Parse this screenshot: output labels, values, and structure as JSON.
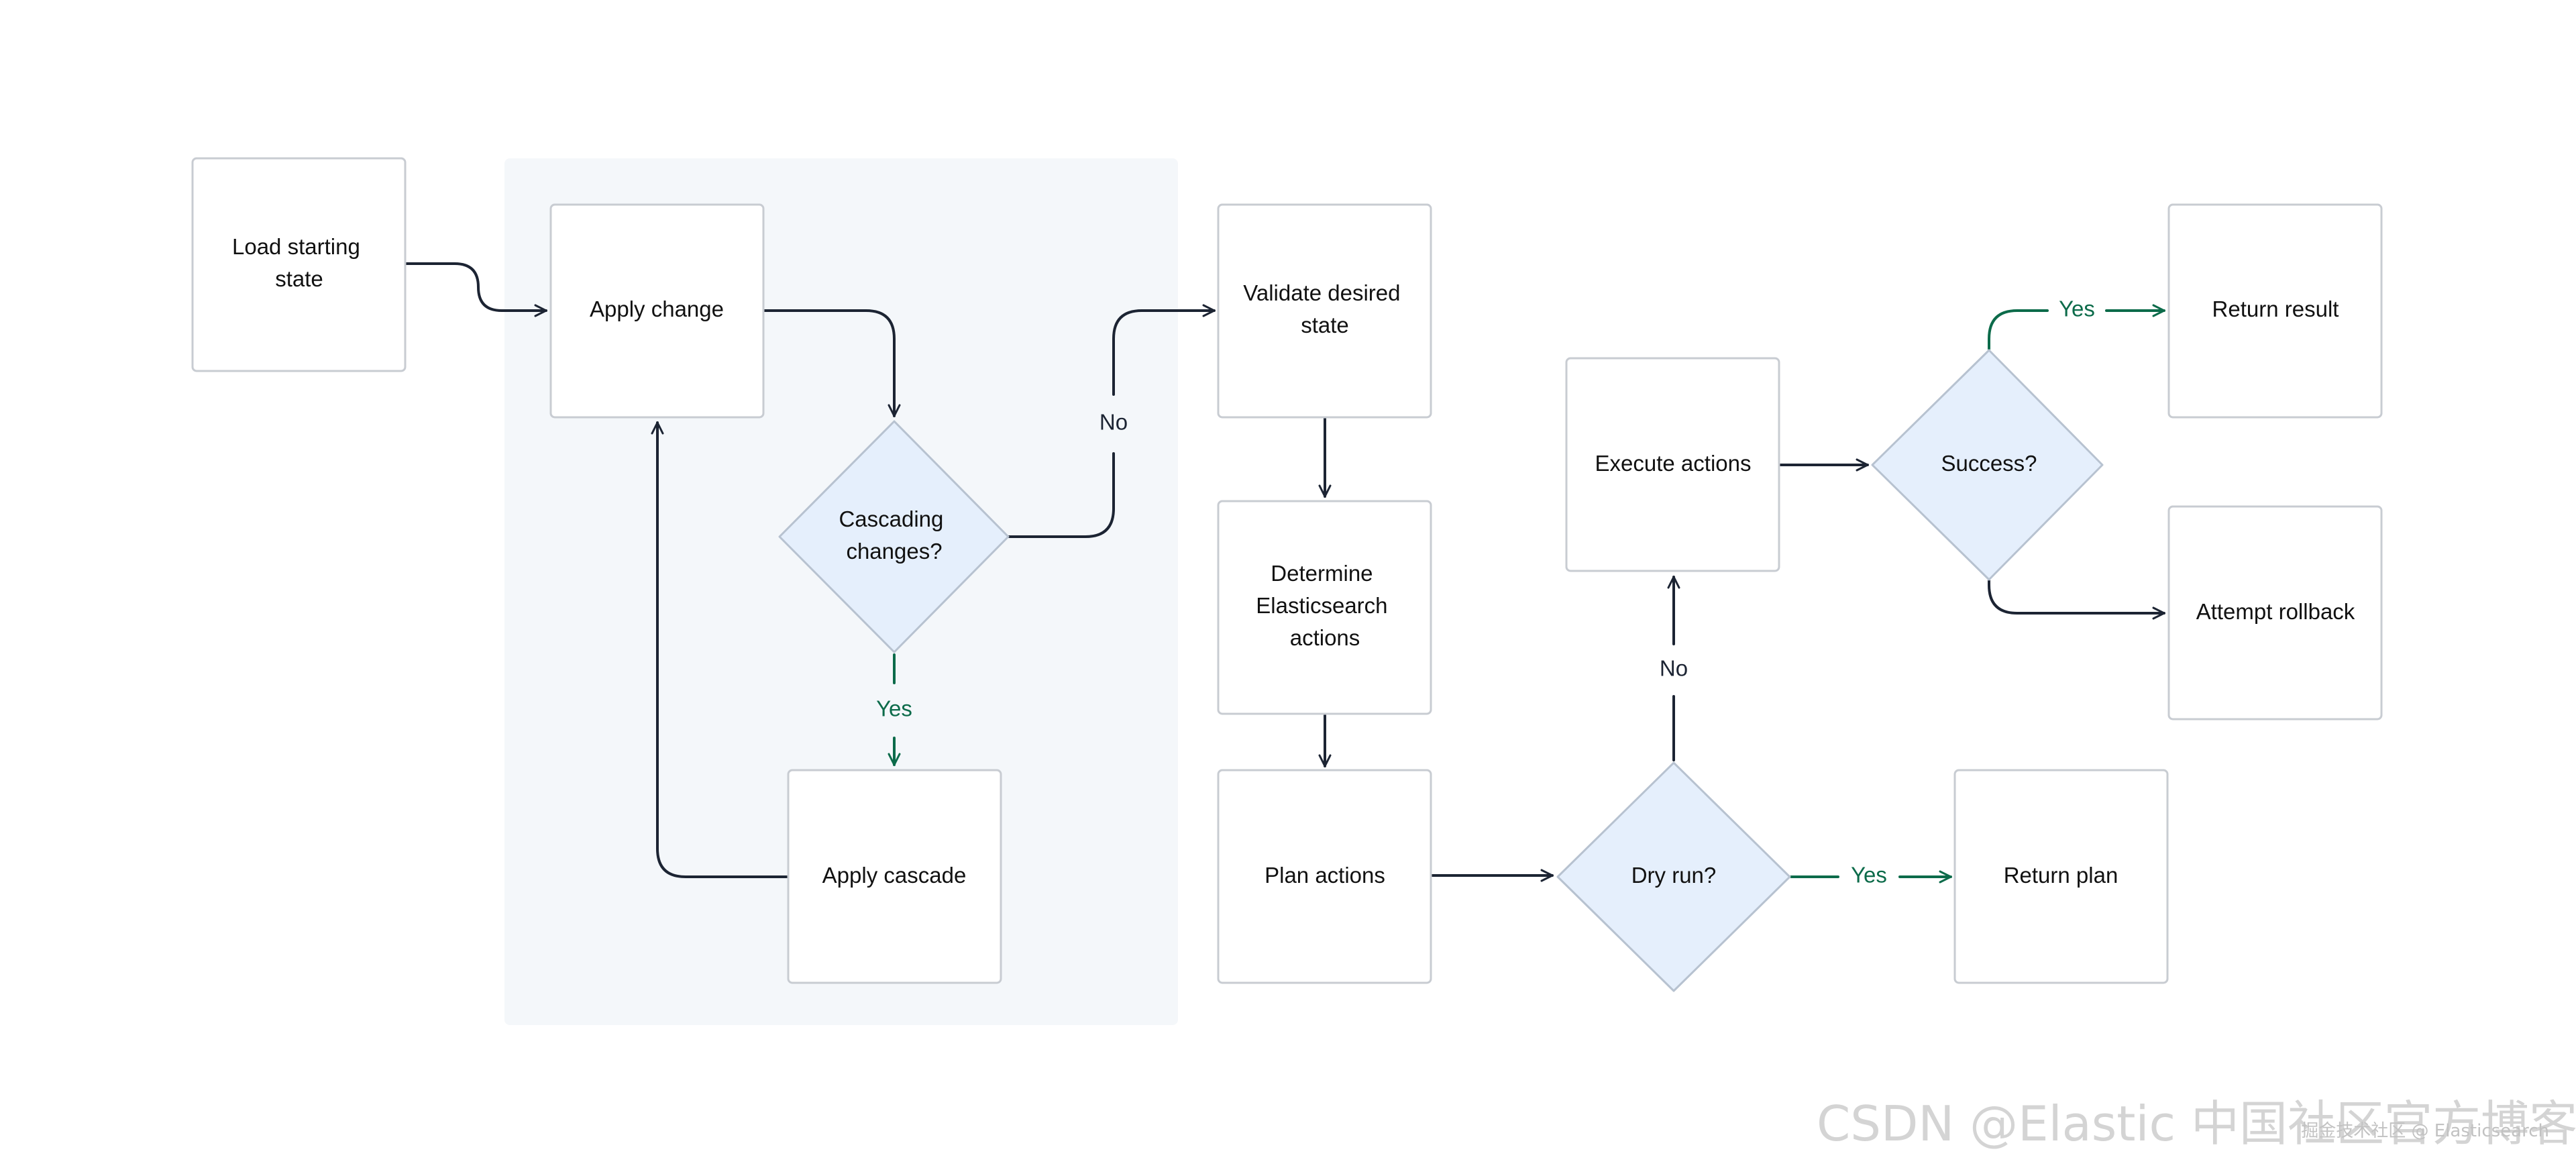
{
  "diagram": {
    "nodes": {
      "load_starting_state": [
        "Load starting",
        "state"
      ],
      "apply_change": [
        "Apply change"
      ],
      "cascading_changes": [
        "Cascading",
        "changes?"
      ],
      "apply_cascade": [
        "Apply cascade"
      ],
      "validate_desired_state": [
        "Validate desired",
        "state"
      ],
      "determine_actions": [
        "Determine",
        "Elasticsearch",
        "actions"
      ],
      "plan_actions": [
        "Plan actions"
      ],
      "dry_run": [
        "Dry run?"
      ],
      "return_plan": [
        "Return plan"
      ],
      "execute_actions": [
        "Execute actions"
      ],
      "success": [
        "Success?"
      ],
      "return_result": [
        "Return result"
      ],
      "attempt_rollback": [
        "Attempt rollback"
      ]
    },
    "edge_labels": {
      "cascading_no": "No",
      "cascading_yes": "Yes",
      "dry_run_yes": "Yes",
      "dry_run_no": "No",
      "success_yes": "Yes"
    },
    "colors": {
      "node_fill": "#ffffff",
      "node_stroke": "#c8ccd2",
      "decision_fill": "#e5effc",
      "decision_stroke": "#b7c2d0",
      "group_fill": "#f4f7fa",
      "edge": "#1c2433",
      "yes_edge": "#0c6b4a"
    }
  },
  "watermark": {
    "main": "CSDN @Elastic 中国社区官方博客",
    "sub": "掘金技术社区 @ Elasticsearch"
  }
}
